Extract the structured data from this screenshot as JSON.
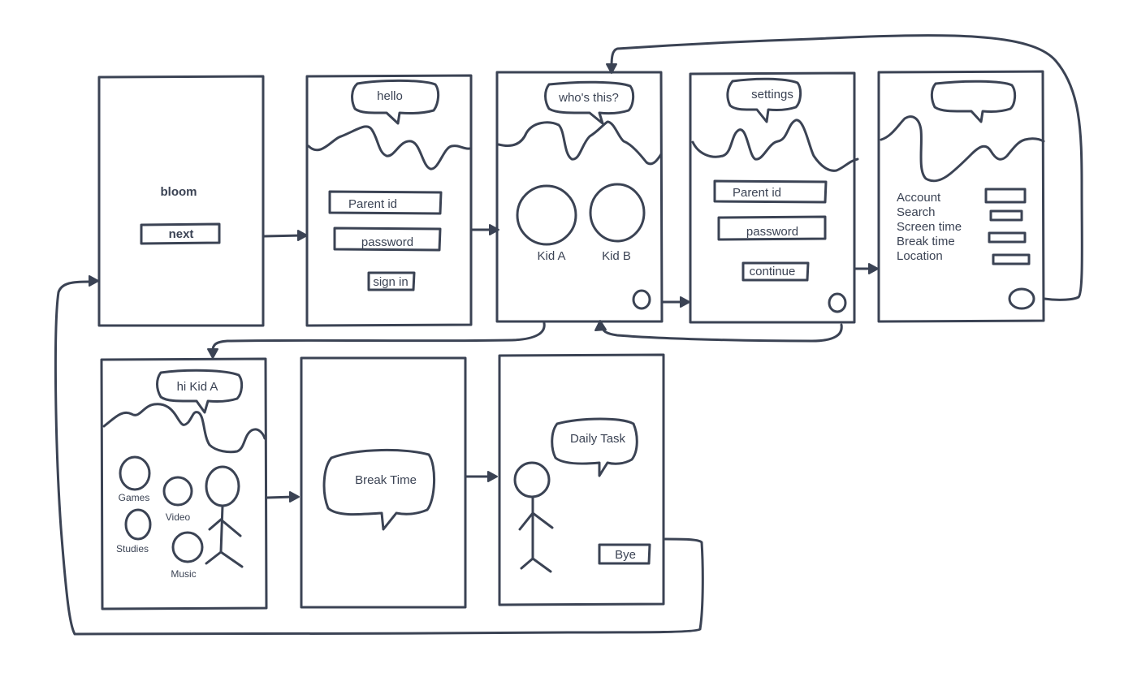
{
  "colors": {
    "stroke": "#3b4354",
    "background": "#ffffff"
  },
  "screens": {
    "splash": {
      "title": "bloom",
      "next_button": "next"
    },
    "login": {
      "bubble": "hello",
      "parent_id": "Parent id",
      "password": "password",
      "sign_in_button": "sign in"
    },
    "profiles": {
      "bubble": "who's this?",
      "kid_a": "Kid A",
      "kid_b": "Kid B"
    },
    "settings_login": {
      "bubble": "settings",
      "parent_id": "Parent id",
      "password": "password",
      "continue_button": "continue"
    },
    "settings_menu": {
      "items": [
        "Account",
        "Search",
        "Screen time",
        "Break time",
        "Location"
      ]
    },
    "kid_home": {
      "bubble": "hi Kid A",
      "games": "Games",
      "video": "Video",
      "studies": "Studies",
      "music": "Music"
    },
    "break_time": {
      "bubble": "Break Time"
    },
    "daily_task": {
      "bubble": "Daily Task",
      "bye_button": "Bye"
    }
  }
}
